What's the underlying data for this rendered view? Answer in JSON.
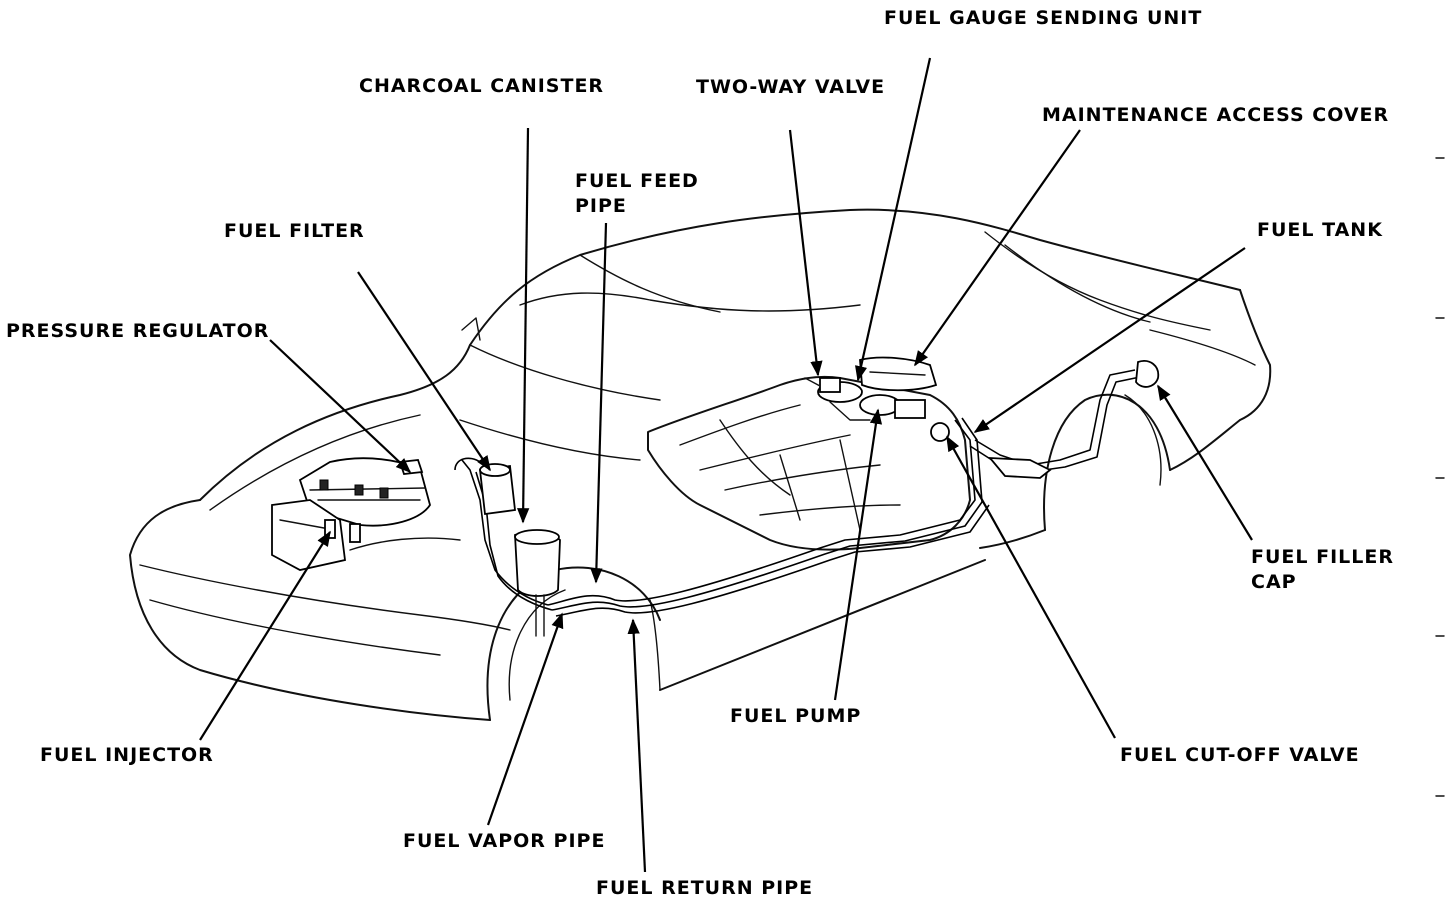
{
  "labels": {
    "fuel_gauge_sending_unit": "FUEL GAUGE SENDING UNIT",
    "charcoal_canister": "CHARCOAL CANISTER",
    "two_way_valve": "TWO-WAY VALVE",
    "maintenance_access_cover": "MAINTENANCE ACCESS COVER",
    "fuel_feed_pipe_1": "FUEL FEED",
    "fuel_feed_pipe_2": "PIPE",
    "fuel_filter": "FUEL FILTER",
    "fuel_tank": "FUEL TANK",
    "pressure_regulator": "PRESSURE REGULATOR",
    "fuel_filler_cap_1": "FUEL FILLER",
    "fuel_filler_cap_2": "CAP",
    "fuel_pump": "FUEL PUMP",
    "fuel_injector": "FUEL INJECTOR",
    "fuel_cut_off_valve": "FUEL CUT-OFF VALVE",
    "fuel_vapor_pipe": "FUEL VAPOR PIPE",
    "fuel_return_pipe": "FUEL RETURN PIPE"
  },
  "colors": {
    "ink": "#000000",
    "paper": "#ffffff"
  }
}
